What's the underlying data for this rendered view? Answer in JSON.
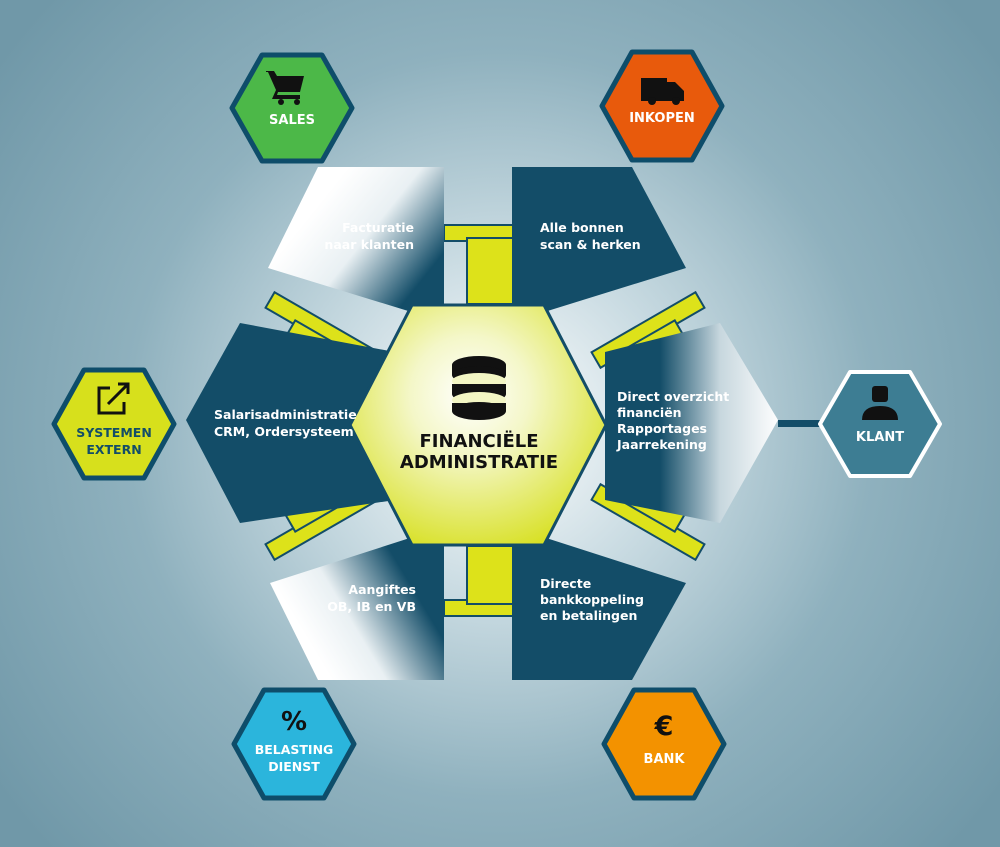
{
  "center": {
    "line1": "FINANCIËLE",
    "line2": "ADMINISTRATIE",
    "icon": "database-icon"
  },
  "segments": {
    "facturatie": {
      "lines": [
        "Facturatie",
        "naar klanten"
      ]
    },
    "bonnen": {
      "lines": [
        "Alle bonnen",
        "scan & herken"
      ]
    },
    "salaris": {
      "lines": [
        "Salarisadministratie",
        "CRM, Ordersysteem"
      ]
    },
    "overzicht": {
      "lines": [
        "Direct overzicht",
        "financiën",
        "Rapportages",
        "Jaarrekening"
      ]
    },
    "aangiftes": {
      "lines": [
        "Aangiftes",
        "OB, IB en VB"
      ]
    },
    "bank_koppeling": {
      "lines": [
        "Directe",
        "bankkoppeling",
        "en betalingen"
      ]
    }
  },
  "nodes": {
    "sales": {
      "label": "SALES",
      "icon": "shopping-cart-icon",
      "color": "#4cb848"
    },
    "inkopen": {
      "label": "INKOPEN",
      "icon": "delivery-van-icon",
      "color": "#e85a0c"
    },
    "systemen": {
      "line1": "SYSTEMEN",
      "line2": "EXTERN",
      "icon": "external-link-icon",
      "color": "#d7e01c"
    },
    "klant": {
      "label": "KLANT",
      "icon": "user-icon",
      "color": "#3d7d93"
    },
    "belasting": {
      "line1": "BELASTING",
      "line2": "DIENST",
      "icon": "percent-icon",
      "icon_text": "%",
      "color": "#2bb5dc"
    },
    "bank": {
      "label": "BANK",
      "icon": "euro-icon",
      "icon_text": "€",
      "color": "#f39200"
    }
  },
  "colors": {
    "panel": "#134d68",
    "accent": "#dde21a",
    "outline": "#0e4d6a",
    "background": "#7fa5b4"
  }
}
